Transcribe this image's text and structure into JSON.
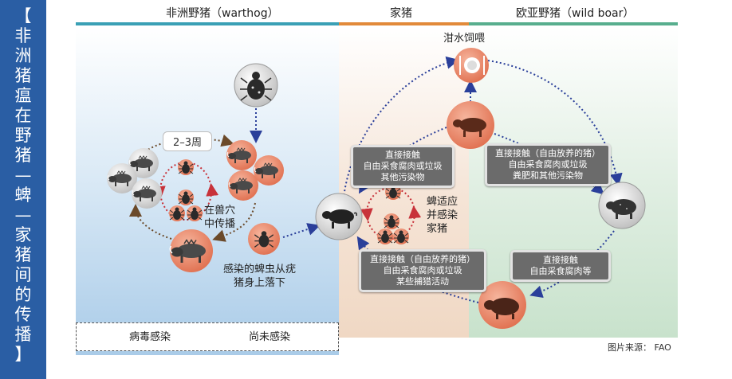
{
  "sidebar": {
    "title_lines": [
      "【",
      "非",
      "洲",
      "猪",
      "瘟",
      "在",
      "野",
      "猪",
      "—",
      "蜱",
      "—",
      "家",
      "猪",
      "间",
      "的",
      "传",
      "播",
      "】"
    ]
  },
  "headers": {
    "warthog": "非洲野猪（warthog）",
    "domestic": "家猪",
    "wild_boar": "欧亚野猪（wild boar）"
  },
  "colors": {
    "sidebar": "#2a5ea4",
    "bar_teal": "#3aa0b5",
    "bar_orange": "#e28a3a",
    "bar_green": "#58ae8e",
    "infected": "#e8876a",
    "uninfected": "#d9d9d9",
    "arrow_blue": "#2a3f9a",
    "arrow_red": "#c8323a",
    "arrow_brown": "#6b4a2a"
  },
  "labels": {
    "swill": "泔水饲喂",
    "weeks": "2–3周",
    "burrow": [
      "在兽穴",
      "中传播"
    ],
    "tick_drop": [
      "感染的蜱虫从疣",
      "猪身上落下"
    ],
    "tick_adapt": [
      "蜱适应",
      "并感染",
      "家猪"
    ]
  },
  "boxes": {
    "left_upper": [
      "直接接触",
      "自由采食腐肉或垃圾",
      "其他污染物"
    ],
    "right_upper": [
      "直接接触（自由放养的猪）",
      "自由采食腐肉或垃圾",
      "粪肥和其他污染物"
    ],
    "left_lower": [
      "直接接触（自由放养的猪）",
      "自由采食腐肉或垃圾",
      "某些捕猎活动"
    ],
    "right_lower": [
      "直接接触",
      "自由采食腐肉等"
    ]
  },
  "legend": {
    "infected": "病毒感染",
    "uninfected": "尚未感染"
  },
  "source": "图片来源： FAO",
  "icons": [
    "tick-icon",
    "warthog-icon",
    "pig-icon",
    "wild-boar-icon",
    "plate-fork-knife-icon"
  ]
}
